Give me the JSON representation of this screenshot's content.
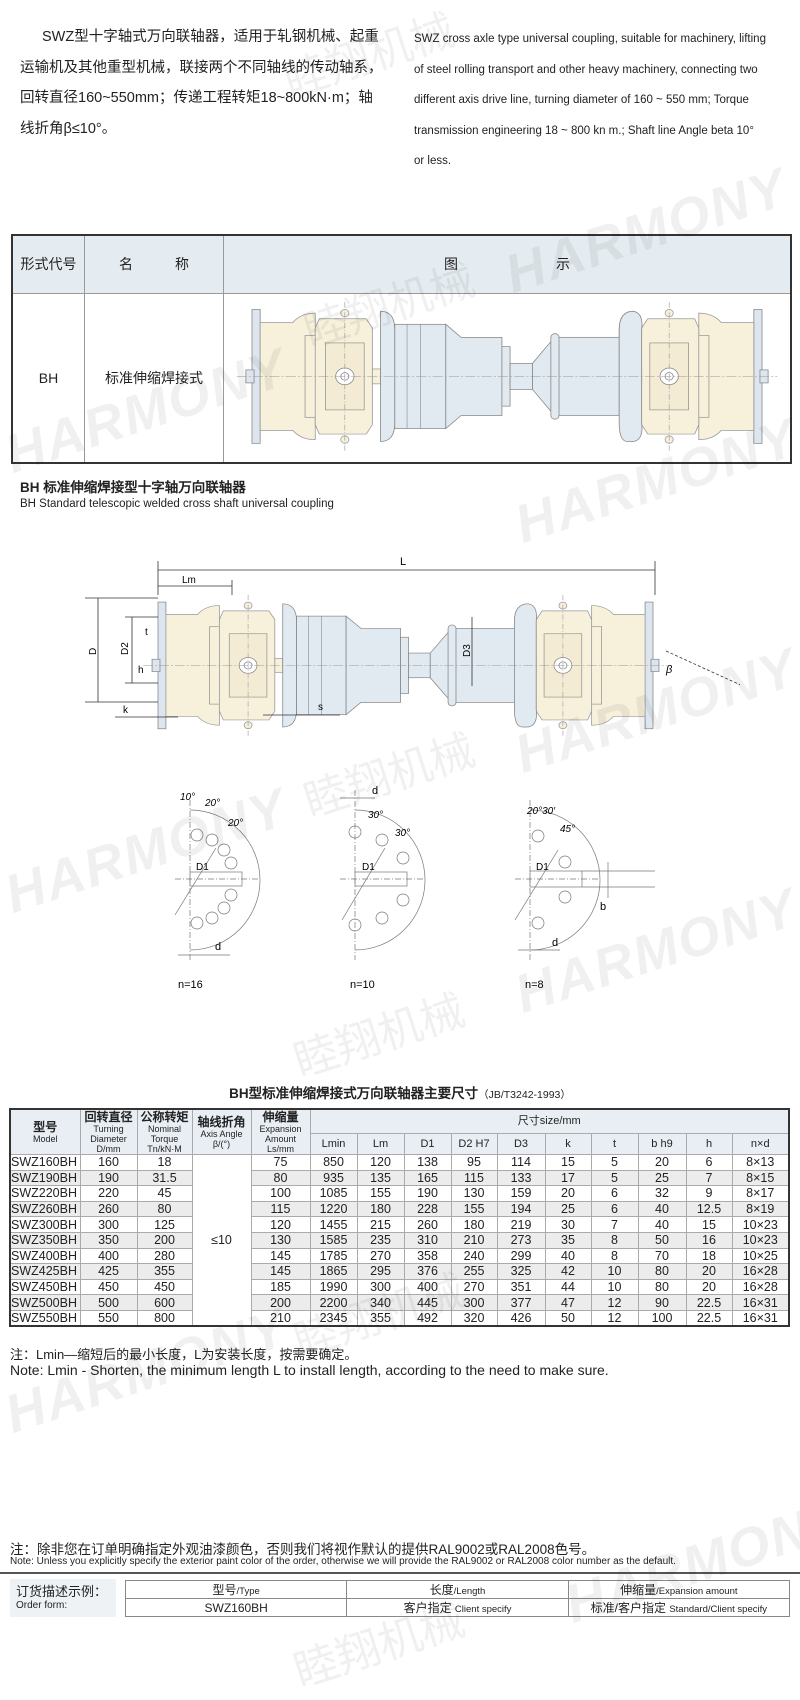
{
  "watermark": {
    "en": "HARMONY",
    "zh": "睦翔机械"
  },
  "intro": {
    "zh_lines": [
      "SWZ型十字轴式万向联轴器，适用于轧钢机械、起重",
      "运输机及其他重型机械，联接两个不同轴线的传动轴系，",
      "回转直径160~550mm；传递工程转矩18~800kN·m；轴",
      "线折角β≤10°。"
    ],
    "en_lines": [
      "SWZ cross axle type universal coupling, suitable for machinery, lifting",
      "of steel rolling transport and other heavy machinery, connecting two",
      "different axis drive line, turning diameter of 160 ~ 550 mm; Torque",
      "transmission engineering 18 ~ 800 kn m.; Shaft line Angle beta 10°",
      "or less."
    ]
  },
  "type_table": {
    "headers": [
      "形式代号",
      "名　　　称",
      "图　　　　　　　示"
    ],
    "row": {
      "code": "BH",
      "name": "标准伸缩焊接式"
    }
  },
  "section": {
    "title": "BH 标准伸缩焊接型十字轴万向联轴器",
    "subtitle": "BH Standard telescopic welded cross shaft universal coupling"
  },
  "diagram_labels": {
    "L": "L",
    "Lm": "Lm",
    "D": "D",
    "D2": "D2",
    "t": "t",
    "h": "h",
    "k": "k",
    "D3": "D3",
    "s": "s",
    "beta": "β"
  },
  "flanges": [
    {
      "n": "n=16",
      "angles": [
        "10°",
        "20°",
        "20°"
      ],
      "d": "d",
      "D1": "D1"
    },
    {
      "n": "n=10",
      "angles": [
        "30°",
        "30°"
      ],
      "d": "d",
      "D1": "D1"
    },
    {
      "n": "n=8",
      "angles": [
        "20°30′",
        "45°"
      ],
      "d": "d",
      "D1": "D1",
      "b": "b"
    }
  ],
  "dims_table": {
    "title": "BH型标准伸缩焊接式万向联轴器主要尺寸",
    "standard": "（JB/T3242-1993）",
    "headers": {
      "model": {
        "zh": "型号",
        "en": "Model"
      },
      "turning": {
        "zh": "回转直径",
        "en": "Turning Diameter D/mm"
      },
      "torque": {
        "zh": "公称转矩",
        "en": "Nominal Torque Tn/kN·M"
      },
      "angle": {
        "zh": "轴线折角",
        "en": "Axis Angle β/(°)"
      },
      "expansion": {
        "zh": "伸缩量",
        "en": "Expansion Amount Ls/mm"
      },
      "size": "尺寸size/mm",
      "cols": [
        "Lmin",
        "Lm",
        "D1",
        "D2 H7",
        "D3",
        "k",
        "t",
        "b h9",
        "h",
        "n×d"
      ]
    },
    "axis_angle": "≤10",
    "rows": [
      [
        "SWZ160BH",
        "160",
        "18",
        "75",
        "850",
        "120",
        "138",
        "95",
        "114",
        "15",
        "5",
        "20",
        "6",
        "8×13"
      ],
      [
        "SWZ190BH",
        "190",
        "31.5",
        "80",
        "935",
        "135",
        "165",
        "115",
        "133",
        "17",
        "5",
        "25",
        "7",
        "8×15"
      ],
      [
        "SWZ220BH",
        "220",
        "45",
        "100",
        "1085",
        "155",
        "190",
        "130",
        "159",
        "20",
        "6",
        "32",
        "9",
        "8×17"
      ],
      [
        "SWZ260BH",
        "260",
        "80",
        "115",
        "1220",
        "180",
        "228",
        "155",
        "194",
        "25",
        "6",
        "40",
        "12.5",
        "8×19"
      ],
      [
        "SWZ300BH",
        "300",
        "125",
        "120",
        "1455",
        "215",
        "260",
        "180",
        "219",
        "30",
        "7",
        "40",
        "15",
        "10×23"
      ],
      [
        "SWZ350BH",
        "350",
        "200",
        "130",
        "1585",
        "235",
        "310",
        "210",
        "273",
        "35",
        "8",
        "50",
        "16",
        "10×23"
      ],
      [
        "SWZ400BH",
        "400",
        "280",
        "145",
        "1785",
        "270",
        "358",
        "240",
        "299",
        "40",
        "8",
        "70",
        "18",
        "10×25"
      ],
      [
        "SWZ425BH",
        "425",
        "355",
        "145",
        "1865",
        "295",
        "376",
        "255",
        "325",
        "42",
        "10",
        "80",
        "20",
        "16×28"
      ],
      [
        "SWZ450BH",
        "450",
        "450",
        "185",
        "1990",
        "300",
        "400",
        "270",
        "351",
        "44",
        "10",
        "80",
        "20",
        "16×28"
      ],
      [
        "SWZ500BH",
        "500",
        "600",
        "200",
        "2200",
        "340",
        "445",
        "300",
        "377",
        "47",
        "12",
        "90",
        "22.5",
        "16×31"
      ],
      [
        "SWZ550BH",
        "550",
        "800",
        "210",
        "2345",
        "355",
        "492",
        "320",
        "426",
        "50",
        "12",
        "100",
        "22.5",
        "16×31"
      ]
    ],
    "note_zh": "注：Lmin—缩短后的最小长度，L为安装长度，按需要确定。",
    "note_en": "Note: Lmin - Shorten, the minimum length L to install length, according to the need to make sure."
  },
  "paint_note": {
    "zh": "注：除非您在订单明确指定外观油漆颜色，否则我们将视作默认的提供RAL9002或RAL2008色号。",
    "en": "Note: Unless you explicitly specify the exterior paint color of the order, otherwise we will provide the RAL9002 or RAL2008 color number as the default."
  },
  "order_form": {
    "label_zh": "订货描述示例：",
    "label_en": "Order form:",
    "headers": [
      {
        "zh": "型号",
        "en": "/Type"
      },
      {
        "zh": "长度",
        "en": "/Length"
      },
      {
        "zh": "伸缩量",
        "en": "/Expansion amount"
      }
    ],
    "values": [
      {
        "zh": "SWZ160BH",
        "en": ""
      },
      {
        "zh": "客户指定",
        "en": "Client specify"
      },
      {
        "zh": "标准/客户指定",
        "en": "Standard/Client specify"
      }
    ]
  },
  "colors": {
    "yoke": "#f7f0da",
    "shaft": "#e2eaf1",
    "header_bg": "#e5ecf1"
  }
}
